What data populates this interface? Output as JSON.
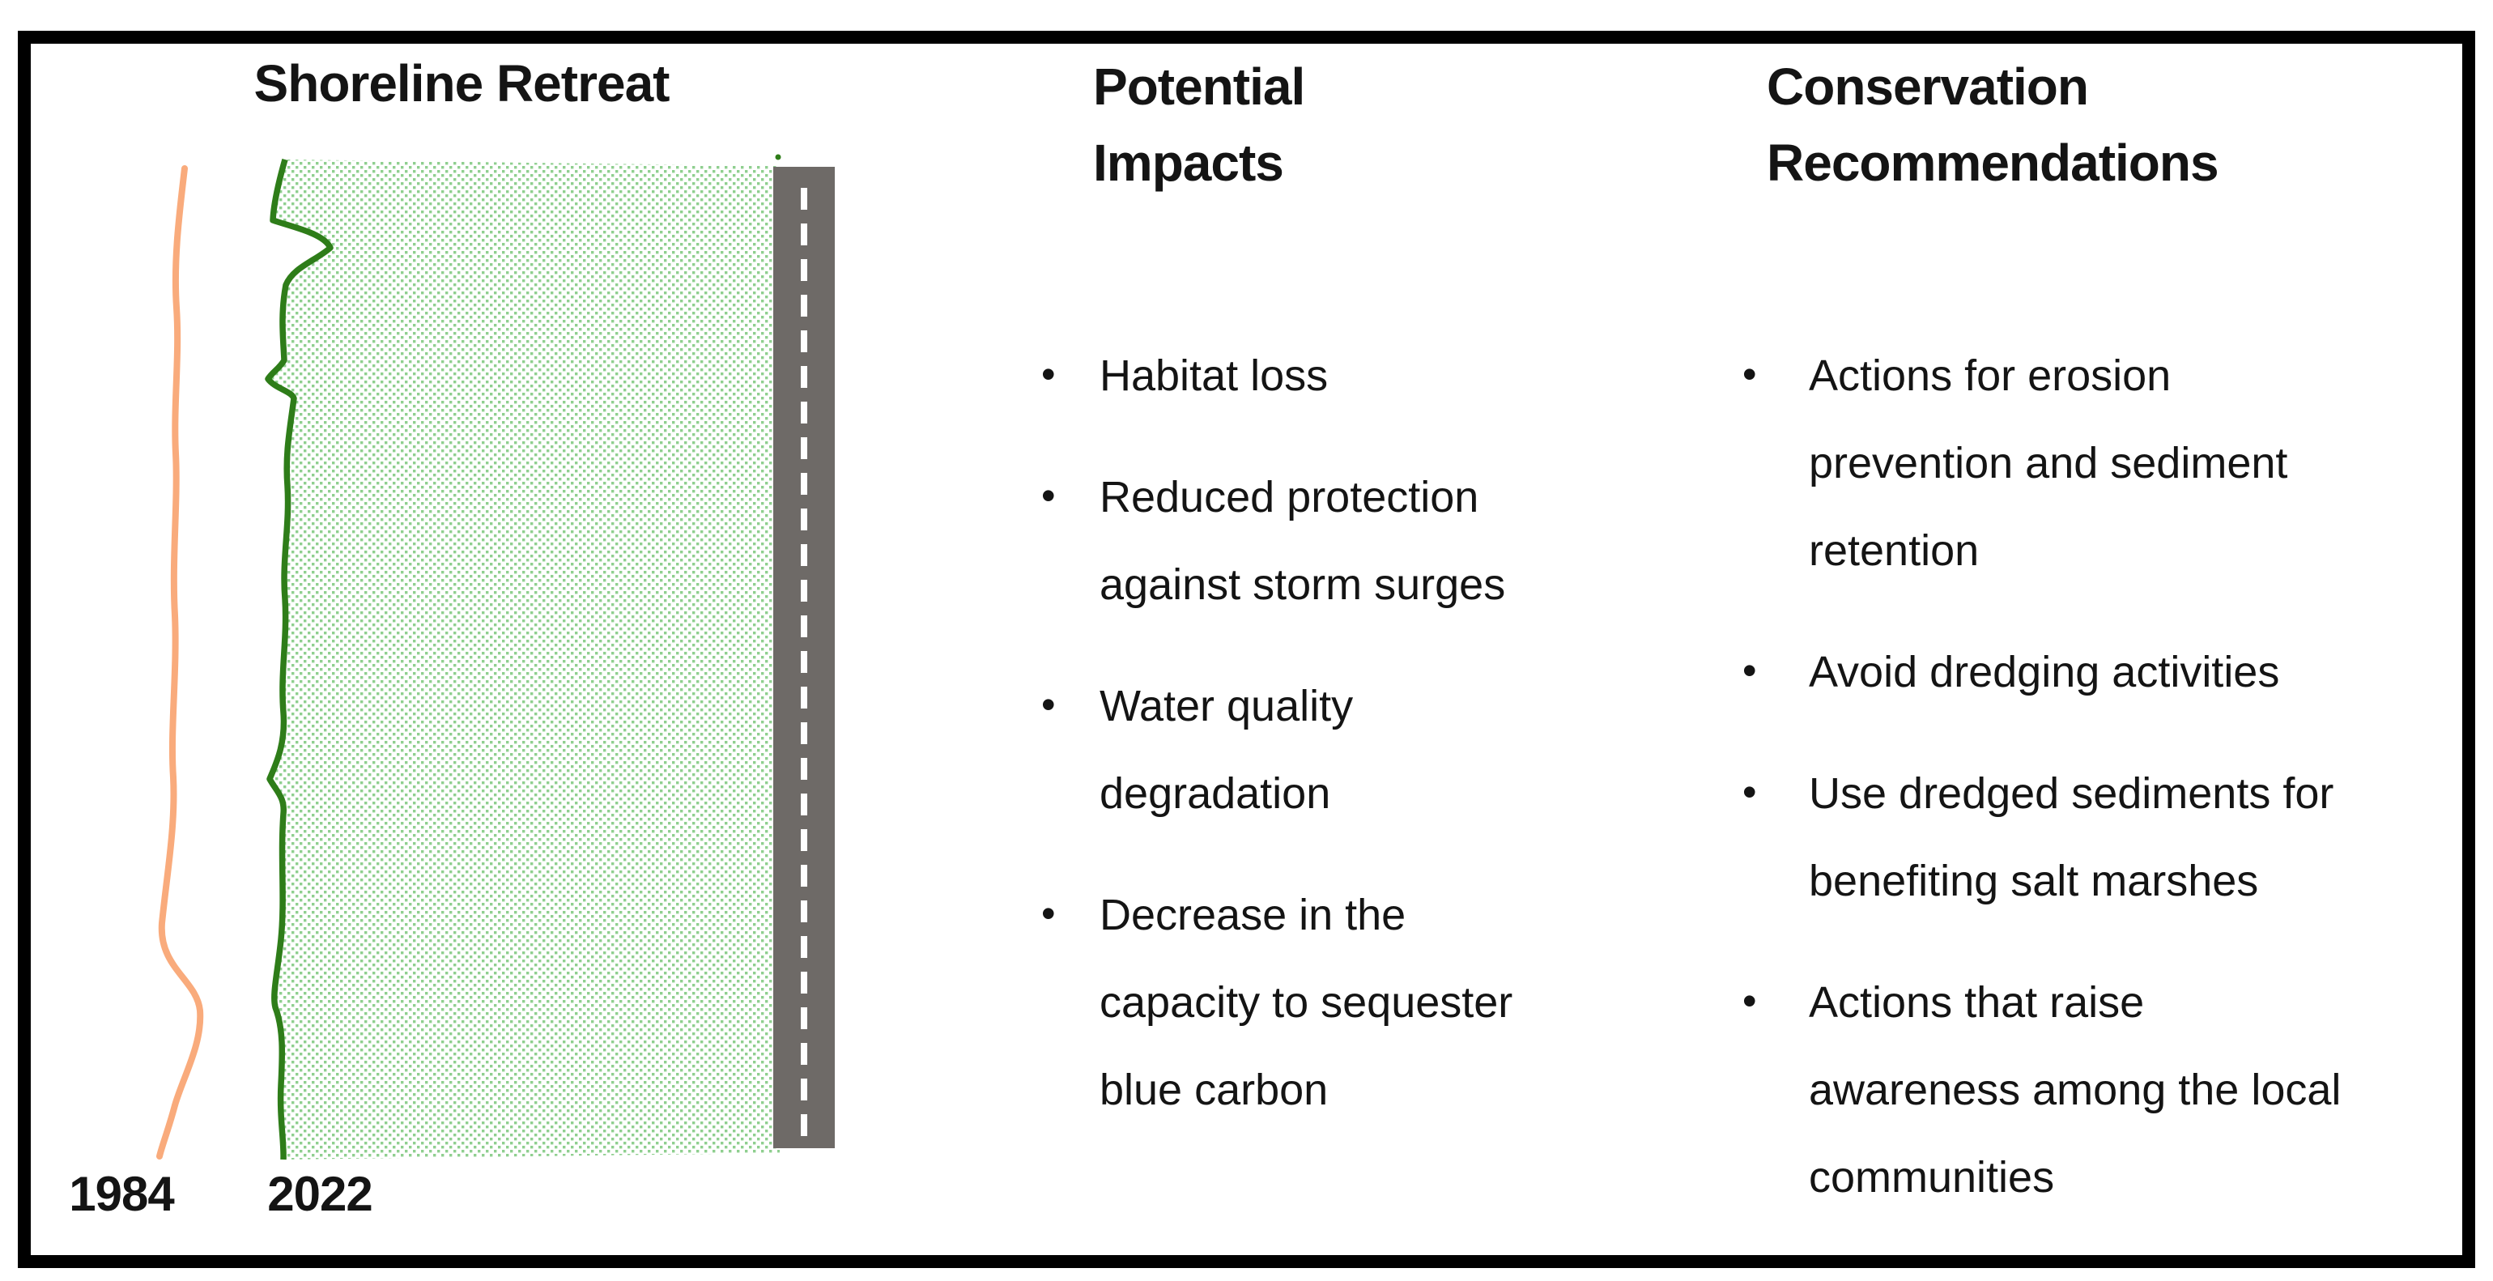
{
  "diagram": {
    "title": "Shoreline Retreat",
    "labels": {
      "year_start": "1984",
      "year_end": "2022"
    },
    "colors": {
      "shoreline_1984": "#f9ab7c",
      "shoreline_2022": "#2e7d19",
      "marsh_dots": "#8fcf8f",
      "road": "#6e6a67",
      "road_dash": "#ffffff"
    }
  },
  "impacts": {
    "heading": "Potential Impacts",
    "bullet_char": "•",
    "items": [
      "Habitat loss",
      "Reduced protection against storm surges",
      "Water quality degradation",
      "Decrease in the capacity to sequester blue carbon"
    ]
  },
  "recommendations": {
    "heading": "Conservation Recommendations",
    "bullet_char": "•",
    "items": [
      "Actions for erosion prevention and sediment retention",
      "Avoid dredging activities",
      "Use dredged sediments for benefiting salt marshes",
      "Actions that raise awareness among the local communities"
    ]
  }
}
